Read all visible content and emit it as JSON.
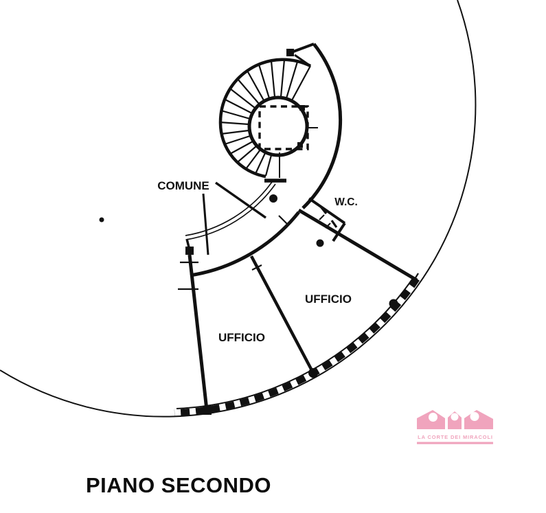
{
  "colors": {
    "ink": "#111111",
    "logo_pink": "#f0a4bd"
  },
  "plan": {
    "title": "PIANO SECONDO",
    "labels": {
      "comune": "COMUNE",
      "wc": "W.C.",
      "ufficio_upper": "UFFICIO",
      "ufficio_lower": "UFFICIO"
    }
  },
  "logo": {
    "text": "LA CORTE DEI MIRACOLI"
  }
}
